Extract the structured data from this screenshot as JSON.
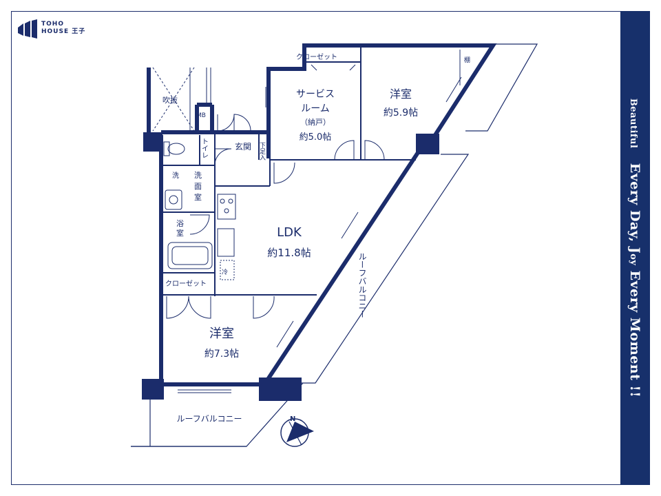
{
  "brand": {
    "line1": "TOHO",
    "line2": "HOUSE 王子"
  },
  "tagline": {
    "part1": "Beautiful",
    "part2": "Every Day, J",
    "part3": "oy",
    "part4": " Every Moment !!"
  },
  "rooms": {
    "fukinuke": "吹抜",
    "mb": "MB",
    "toilet": "トイレ",
    "entrance": "玄関",
    "shoe": "下足入",
    "service_1": "サービス",
    "service_2": "ルーム",
    "service_3": "（納戸）",
    "service_size": "約5.0帖",
    "closet_top": "クローゼット",
    "shelf": "棚",
    "western_top": "洋室",
    "western_top_size": "約5.9帖",
    "wash_1": "洗",
    "washroom_1": "洗",
    "washroom_2": "面",
    "washroom_3": "室",
    "bath_1": "浴",
    "bath_2": "室",
    "ldk": "LDK",
    "ldk_size": "約11.8帖",
    "fridge": "冷",
    "closet_mid": "クローゼット",
    "western_bottom": "洋室",
    "western_bottom_size": "約7.3帖",
    "roof_balcony_right": "ルーフバルコニー",
    "roof_balcony_bottom": "ルーフバルコニー",
    "north": "N"
  },
  "colors": {
    "wall": "#1b2c6b",
    "panel": "#17306b",
    "text": "#1b2c6b"
  }
}
